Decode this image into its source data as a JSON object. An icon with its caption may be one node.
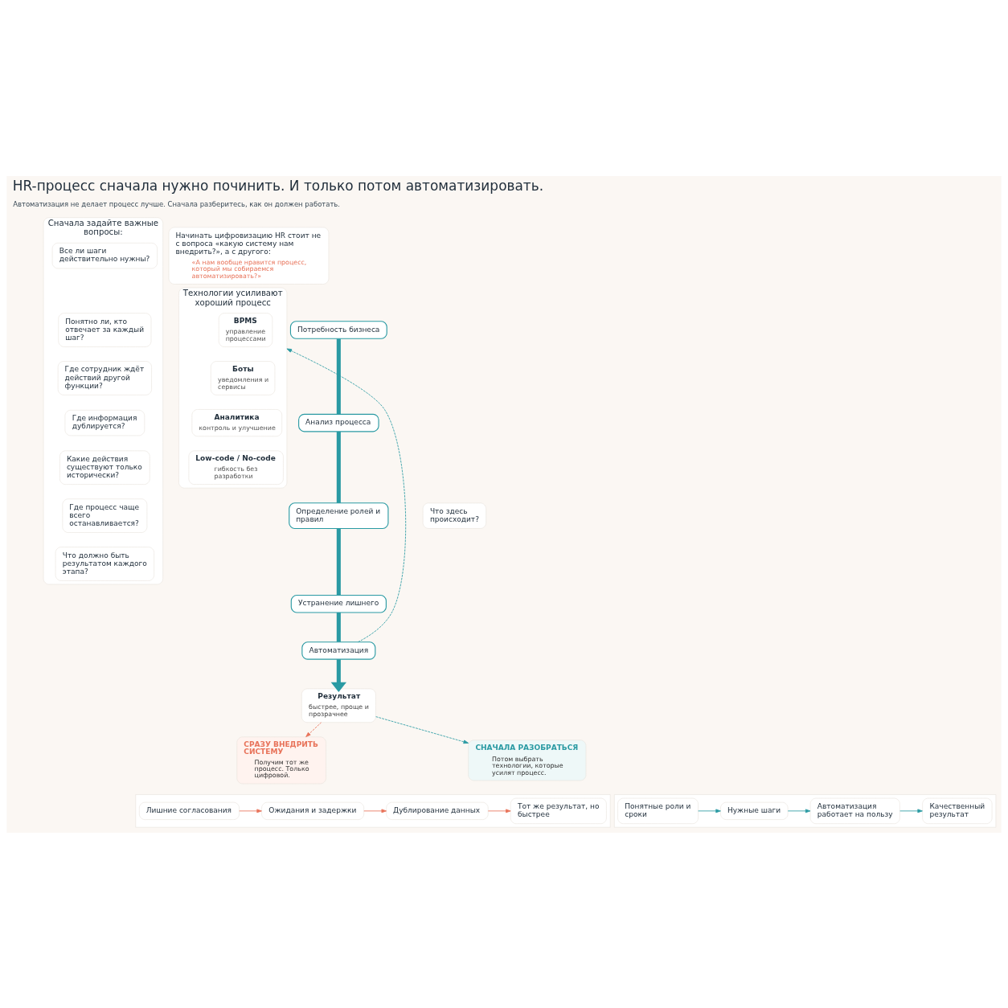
{
  "diagram": {
    "title": "HR-процесс сначала нужно починить. И только потом автоматизировать.",
    "nodes": [
      {
        "text": [
          "Начинать цифровизацию HR стоит не с вопроса «какую систему нам внедрить?», а с другого:",
          "«А нам вообще нравится процесс, который мы собираемся автоматизировать?»"
        ]
      },
      {
        "text": [
          "Сначала задайте важные вопросы:"
        ]
      },
      {
        "text": [
          "Все ли шаги действительно нужны?"
        ],
        "in": 1
      },
      {
        "text": [
          "Понятно ли, кто отвечает за каждый шаг?"
        ],
        "in": 1
      },
      {
        "text": [
          "Где сотрудник ждёт действий другой функции?"
        ],
        "in": 1
      },
      {
        "text": [
          "Где информация дублируется?"
        ],
        "in": 1
      },
      {
        "text": [
          "Какие действия существуют только исторически?"
        ],
        "in": 1
      },
      {
        "text": [
          "Где процесс чаще всего останавливается?"
        ],
        "in": 1
      },
      {
        "text": [
          "Что должно быть результатом каждого этапа?"
        ],
        "in": 1
      },
      {
        "text": [
          "Потребность бизнеса"
        ]
      },
      {
        "text": [
          "Анализ процесса"
        ]
      },
      {
        "text": [
          "Что здесь происходит?"
        ]
      },
      {
        "text": [
          "Определение ролей и правил"
        ]
      },
      {
        "text": [
          "Устранение лишнего"
        ]
      },
      {
        "text": [
          "Автоматизация"
        ]
      },
      {
        "text": [
          "Результат",
          "быстрее, проще и прозрачнее"
        ]
      },
      {
        "text": [
          "Технологии усиливают хороший процесс"
        ]
      },
      {
        "text": [
          "BPMS",
          "управление процессами"
        ],
        "in": 16
      },
      {
        "text": [
          "Боты",
          "уведомления и сервисы"
        ],
        "in": 16
      },
      {
        "text": [
          "Аналитика",
          "контроль и улучшение"
        ],
        "in": 16
      },
      {
        "text": [
          "Low-code / No-code",
          "гибкость без разработки"
        ],
        "in": 16
      },
      {
        "text": [
          "СРАЗУ ВНЕДРИТЬ СИСТЕМУ",
          "Получим тот же процесс. Только цифровой."
        ]
      },
      {
        "text": [
          "СНАЧАЛА РАЗОБРАТЬСЯ",
          "Потом выбрать технологии, которые усилят процесс."
        ]
      },
      {
        "text": [],
        "shape": "box"
      },
      {
        "text": [
          "Лишние согласования"
        ],
        "in": 23
      },
      {
        "text": [
          "Ожидания и задержки"
        ],
        "in": 23
      },
      {
        "text": [
          "Дублирование данных"
        ],
        "in": 23
      },
      {
        "text": [
          "Тот же результат, но быстрее"
        ],
        "in": 23
      },
      {
        "text": [],
        "shape": "box"
      },
      {
        "text": [
          "Понятные роли и сроки"
        ],
        "in": 28
      },
      {
        "text": [
          "Нужные шаги"
        ],
        "in": 28
      },
      {
        "text": [
          "Автоматизация работает на пользу"
        ],
        "in": 28
      },
      {
        "text": [
          "Качественный результат"
        ],
        "in": 28
      }
    ],
    "edges": [
      {
        "from": 9,
        "to": 10,
        "arrow": "none",
        "style": "thick"
      },
      {
        "from": 10,
        "to": 12,
        "arrow": "none",
        "style": "thick"
      },
      {
        "from": 12,
        "to": 13,
        "arrow": "none",
        "style": "thick"
      },
      {
        "from": 13,
        "to": 14,
        "arrow": "none",
        "style": "thick"
      },
      {
        "from": 14,
        "to": 15,
        "arrow": "to",
        "style": "thick"
      },
      {
        "from": 14,
        "to": 16,
        "arrow": "to",
        "style": "dashed"
      },
      {
        "from": 15,
        "to": 21,
        "arrow": "to",
        "style": "dashed",
        "color": "#e8735a"
      },
      {
        "from": 15,
        "to": 22,
        "arrow": "to",
        "style": "dashed"
      },
      {
        "from": 24,
        "to": 25,
        "arrow": "to",
        "color": "#e8735a"
      },
      {
        "from": 25,
        "to": 26,
        "arrow": "to",
        "color": "#e8735a"
      },
      {
        "from": 26,
        "to": 27,
        "arrow": "to",
        "color": "#e8735a"
      },
      {
        "from": 29,
        "to": 30,
        "arrow": "to"
      },
      {
        "from": 30,
        "to": 31,
        "arrow": "to"
      },
      {
        "from": 31,
        "to": 32,
        "arrow": "to"
      }
    ],
    "labels": [
      "Автоматизация не делает процесс лучше. Сначала разберитесь, как он должен работать."
    ]
  }
}
